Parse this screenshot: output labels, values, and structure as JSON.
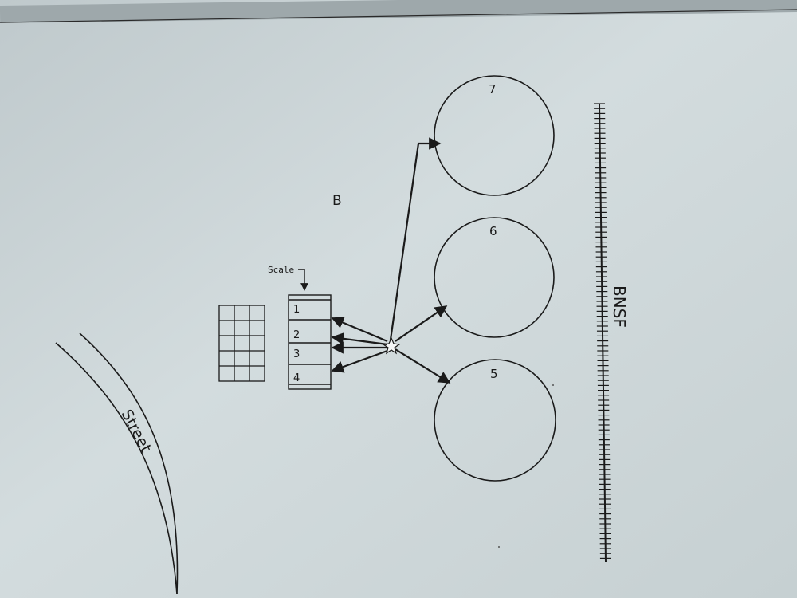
{
  "diagram": {
    "section_label": "B",
    "scale_label": "Scale",
    "railroad_label": "BNSF",
    "street_label": "Street",
    "scale_bins": [
      {
        "label": "1"
      },
      {
        "label": "2"
      },
      {
        "label": "3"
      },
      {
        "label": "4"
      }
    ],
    "tanks": [
      {
        "label": "7"
      },
      {
        "label": "6"
      },
      {
        "label": "5"
      }
    ]
  }
}
